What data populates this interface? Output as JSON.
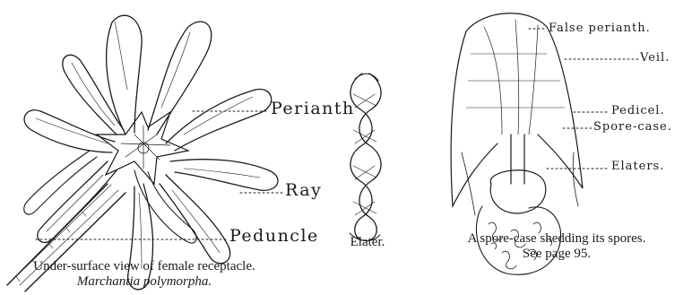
{
  "figures": [
    {
      "id": "receptacle",
      "labels": {
        "perianth": "Perianth",
        "ray": "Ray",
        "peduncle": "Peduncle"
      },
      "caption_line1": "Under-surface view of female receptacle.",
      "caption_line2": "Marchantia polymorpha."
    },
    {
      "id": "elater",
      "caption": "Elater."
    },
    {
      "id": "spore-case",
      "labels": {
        "false_perianth": "False perianth.",
        "veil": "Veil.",
        "pedicel": "Pedicel.",
        "spore_case": "Spore-case.",
        "elaters": "Elaters."
      },
      "caption_line1": "A spore-case shedding its spores.",
      "caption_line2": "See page 95."
    }
  ],
  "colors": {
    "ink": "#1a1a1a",
    "paper": "#ffffff"
  }
}
